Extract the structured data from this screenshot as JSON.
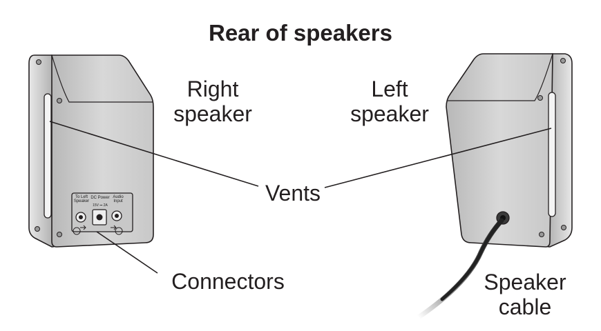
{
  "title": "Rear of speakers",
  "labels": {
    "right_speaker": "Right\nspeaker",
    "left_speaker": "Left\nspeaker",
    "vents": "Vents",
    "connectors": "Connectors",
    "speaker_cable": "Speaker\ncable"
  },
  "connector_panel": {
    "to_left_speaker": "To Left\nSpeaker",
    "dc_power": "DC Power",
    "dc_power_spec": "15V ⎓ 2A",
    "audio_input": "Audio\nInput"
  },
  "colors": {
    "outline": "#231f20",
    "body_gray": "#d2d2d2",
    "side_gray": "#bdbdbd",
    "cable": "#2a2a2a"
  }
}
